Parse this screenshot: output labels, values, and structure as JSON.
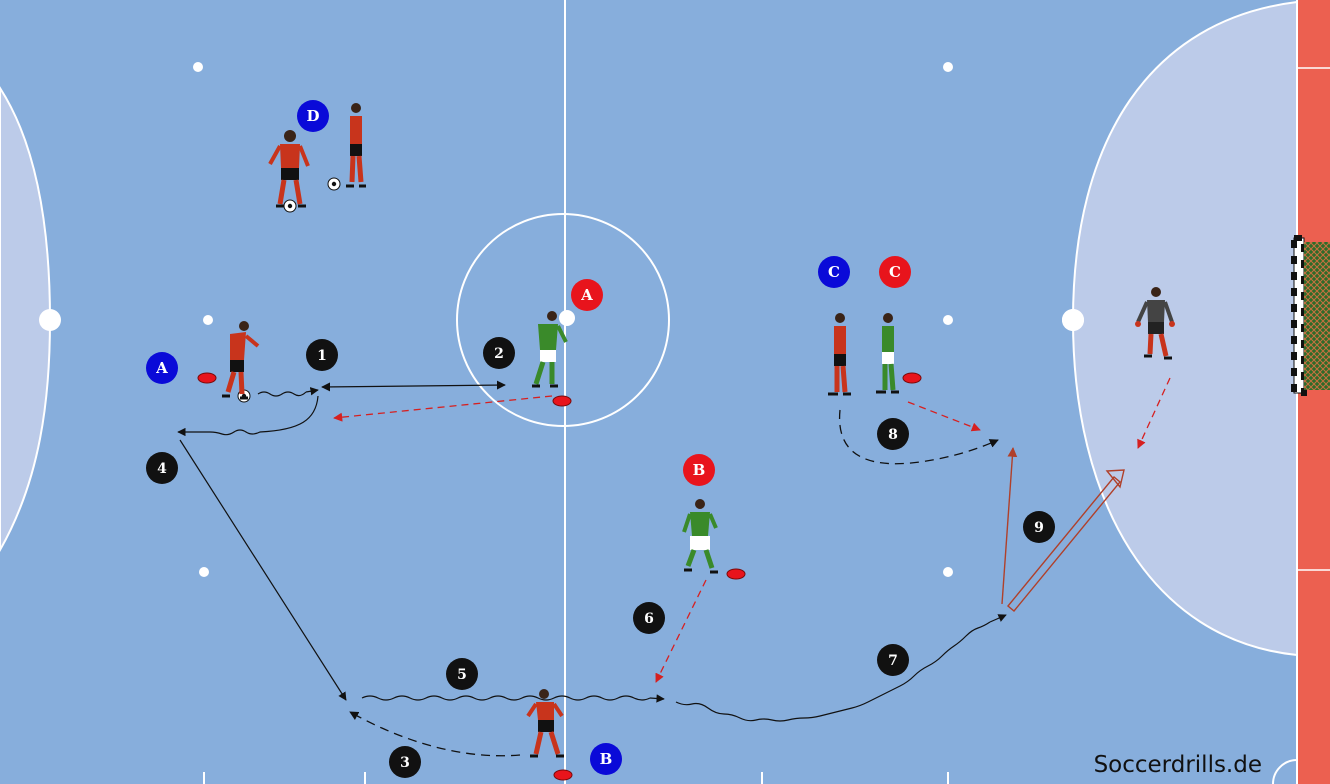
{
  "colors": {
    "court": "#87aedc",
    "zone": "#bccbe9",
    "lines": "#ffffff",
    "border": "#ec6050",
    "team_blue": "#0a0ad8",
    "team_red": "#e8141c",
    "step_badge": "#111111",
    "pass_red": "#d62020",
    "kit_red": "#c8341c",
    "kit_green": "#3a8a2a",
    "keeper": "#444444"
  },
  "markers": {
    "a_blue": "A",
    "a_red": "A",
    "b_red": "B",
    "b_blue": "B",
    "c_blue": "C",
    "c_red": "C",
    "d_blue": "D"
  },
  "steps": [
    "1",
    "2",
    "3",
    "4",
    "5",
    "6",
    "7",
    "8",
    "9"
  ],
  "players": [
    {
      "id": "d1",
      "kit": "red"
    },
    {
      "id": "d2",
      "kit": "red"
    },
    {
      "id": "a1",
      "kit": "red"
    },
    {
      "id": "a2",
      "kit": "green"
    },
    {
      "id": "b1",
      "kit": "green"
    },
    {
      "id": "c1",
      "kit": "red"
    },
    {
      "id": "c2",
      "kit": "green"
    },
    {
      "id": "b2",
      "kit": "red"
    },
    {
      "id": "gk",
      "kit": "keeper"
    }
  ],
  "watermark": "Soccerdrills.de"
}
